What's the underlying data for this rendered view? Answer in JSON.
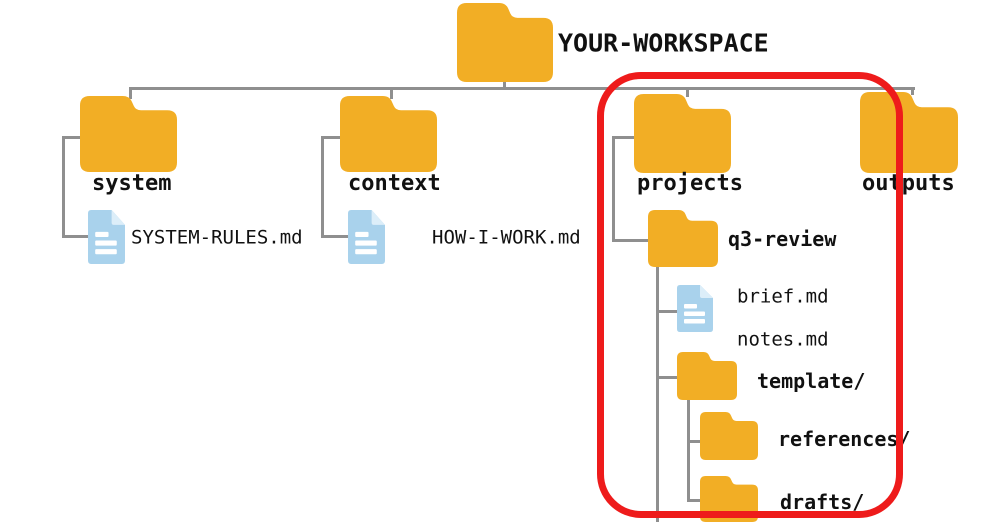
{
  "labels": {
    "root": "YOUR-WORKSPACE",
    "system": "system",
    "system_file": "SYSTEM-RULES.md",
    "context": "context",
    "context_file": "HOW-I-WORK.md",
    "projects": "projects",
    "outputs": "outputs",
    "q3_review": "q3-review",
    "brief": "brief.md",
    "notes": "notes.md",
    "template": "template/",
    "references": "references/",
    "drafts": "drafts/"
  },
  "hierarchy": {
    "YOUR-WORKSPACE": {
      "system": [
        "SYSTEM-RULES.md"
      ],
      "context": [
        "HOW-I-WORK.md"
      ],
      "projects": {
        "q3-review": {
          "files": [
            "brief.md",
            "notes.md"
          ],
          "template/": [
            "references/",
            "drafts/"
          ]
        }
      },
      "outputs": []
    }
  },
  "highlight": {
    "shape": "rounded-rectangle-outline",
    "color": "#EE1B1B",
    "encloses": [
      "projects",
      "q3-review",
      "brief.md",
      "notes.md",
      "template/",
      "references/",
      "drafts/"
    ]
  },
  "colors": {
    "folder": "#F2AE25",
    "doc": "#A9D2EC",
    "doc_fold": "#DCEEF9",
    "doc_lines": "#FFFFFF",
    "connector": "#8F8F8F",
    "highlight": "#EE1B1B",
    "text": "#111111",
    "bg": "#FFFFFF"
  }
}
